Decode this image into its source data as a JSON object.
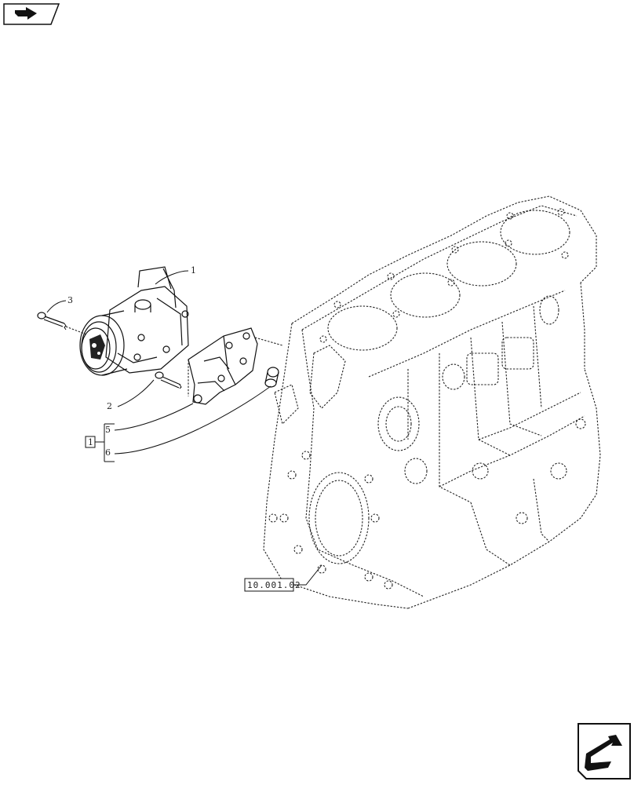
{
  "callouts": {
    "item_1": "1",
    "item_2": "2",
    "item_3": "3",
    "item_5": "5",
    "item_6": "6",
    "kit_box": "1"
  },
  "reference": {
    "engine_block": "10.001.02"
  },
  "icons": {
    "top_left": "previous-page-arrow-icon",
    "bottom_right": "next-page-arrow-icon"
  }
}
